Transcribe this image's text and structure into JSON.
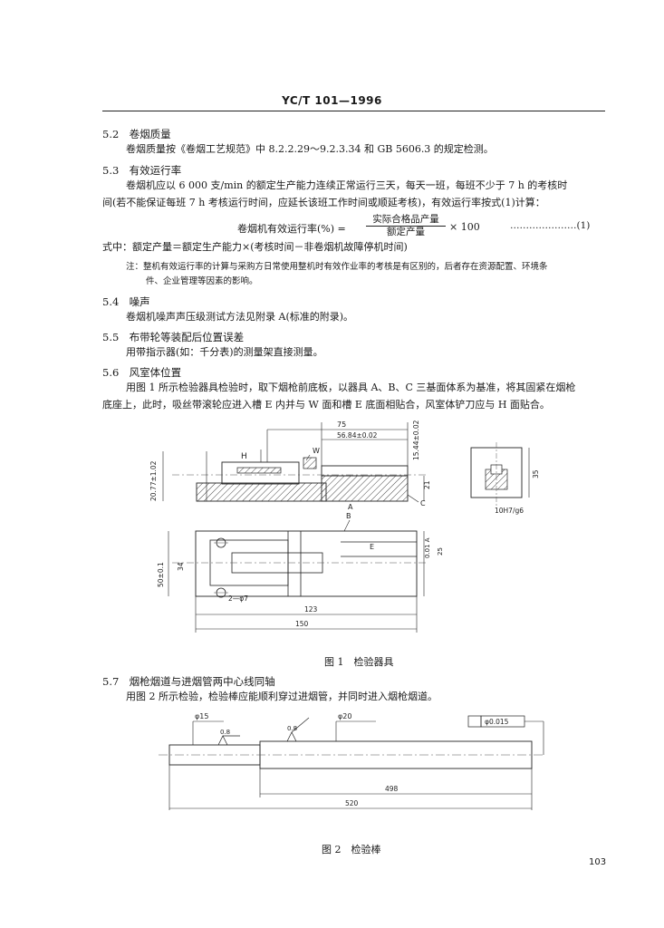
{
  "header": {
    "standard_code": "YC/T 101—1996"
  },
  "sections": {
    "s52": {
      "num": "5.2",
      "title": "卷烟质量",
      "body": "卷烟质量按《卷烟工艺规范》中 8.2.2.29～9.2.3.34 和 GB 5606.3 的规定检测。"
    },
    "s53": {
      "num": "5.3",
      "title": "有效运行率",
      "body1": "卷烟机应以 6 000 支/min 的额定生产能力连续正常运行三天，每天一班，每班不少于 7 h 的考核时",
      "body2": "间(若不能保证每班 7 h 考核运行时间，应延长该班工作时间或顺延考核)，有效运行率按式(1)计算：",
      "formula_lhs": "卷烟机有效运行率(%) =",
      "formula_num": "实际合格品产量",
      "formula_den": "额定产量",
      "formula_mult": "× 100",
      "formula_tag": "…………………(1)",
      "where": "式中：额定产量＝额定生产能力×(考核时间－非卷烟机故障停机时间)",
      "note1": "注：整机有效运行率的计算与采购方日常使用整机时有效作业率的考核是有区别的，后者存在资源配置、环境条",
      "note2": "件、企业管理等因素的影响。"
    },
    "s54": {
      "num": "5.4",
      "title": "噪声",
      "body": "卷烟机噪声声压级测试方法见附录 A(标准的附录)。"
    },
    "s55": {
      "num": "5.5",
      "title": "布带轮等装配后位置误差",
      "body": "用带指示器(如：千分表)的测量架直接测量。"
    },
    "s56": {
      "num": "5.6",
      "title": "风室体位置",
      "body1": "用图 1 所示检验器具检验时，取下烟枪前底板，以器具 A、B、C 三基面体系为基准，将其固紧在烟枪",
      "body2": "底座上，此时，吸丝带滚轮应进入槽 E 内并与 W 面和槽 E 底面相贴合，风室体铲刀应与 H 面贴合。"
    },
    "s57": {
      "num": "5.7",
      "title": "烟枪烟道与进烟管两中心线同轴",
      "body": "用图 2 所示检验，检验棒应能顺利穿过进烟管，并同时进入烟枪烟道。"
    }
  },
  "figure1": {
    "caption": "图 1　检验器具",
    "dims": {
      "d75": "75",
      "d5684": "56.84±0.02",
      "d1544": "15.44±0.02",
      "d2077": "20.77±1.02",
      "d21": "21",
      "d35": "35",
      "d10h7": "10H7/g6",
      "d50": "50±0.1",
      "d34": "34",
      "d25": "25",
      "d123": "123",
      "d150": "150",
      "d2phi7": "2—φ7",
      "d01": "0.01 A"
    },
    "labels": {
      "H": "H",
      "W": "W",
      "A": "A",
      "B": "B",
      "C": "C",
      "E": "E"
    }
  },
  "figure2": {
    "caption": "图 2　检验棒",
    "dims": {
      "phi15": "φ15",
      "phi20": "φ20",
      "ra1": "0.8",
      "ra2": "0.8",
      "d498": "498",
      "d520": "520",
      "tol": "φ0.015"
    }
  },
  "page_number": "103"
}
